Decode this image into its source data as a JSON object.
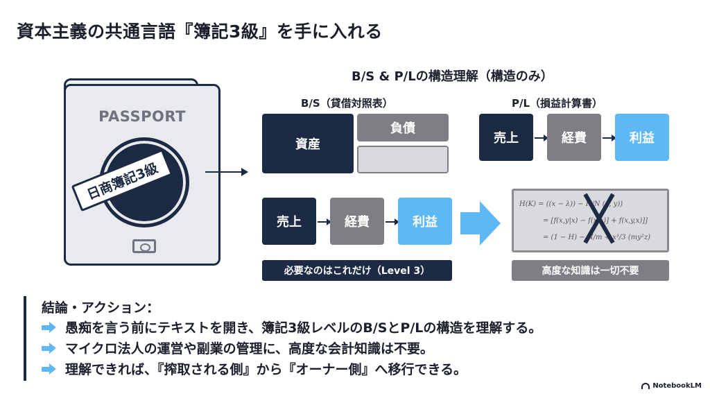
{
  "title": "資本主義の共通言語『簿記3級』を手に入れる",
  "passport": {
    "label": "PASSPORT",
    "stamp": "日商簿記3級",
    "icons": [
      "passport-icon",
      "chip-icon"
    ]
  },
  "diagram": {
    "heading": "B/S & P/Lの構造理解（構造のみ）",
    "bs": {
      "label": "B/S（貸借対照表）",
      "assets": "資産",
      "liabilities": "負債"
    },
    "pl": {
      "label": "P/L（損益計算書）",
      "sales": "売上",
      "expenses": "経費",
      "profit": "利益"
    },
    "flow": {
      "sales": "売上",
      "expenses": "経費",
      "profit": "利益",
      "caption": "必要なのはこれだけ（Level 3）"
    },
    "formula": {
      "caption": "高度な知識は一切不要",
      "icon": "cross-icon"
    }
  },
  "conclusion": {
    "title": "結論・アクション：",
    "items": [
      "愚痴を言う前にテキストを開き、簿記3級レベルのB/SとP/Lの構造を理解する。",
      "マイクロ法人の運営や副業の管理に、高度な会計知識は不要。",
      "理解できれば、『搾取される側』から『オーナー側』へ移行できる。"
    ]
  },
  "brand": "NotebookLM",
  "colors": {
    "navy": "#1c2a44",
    "grey": "#7d7f84",
    "light_grey": "#d9dadd",
    "accent_blue": "#5db8f4"
  }
}
